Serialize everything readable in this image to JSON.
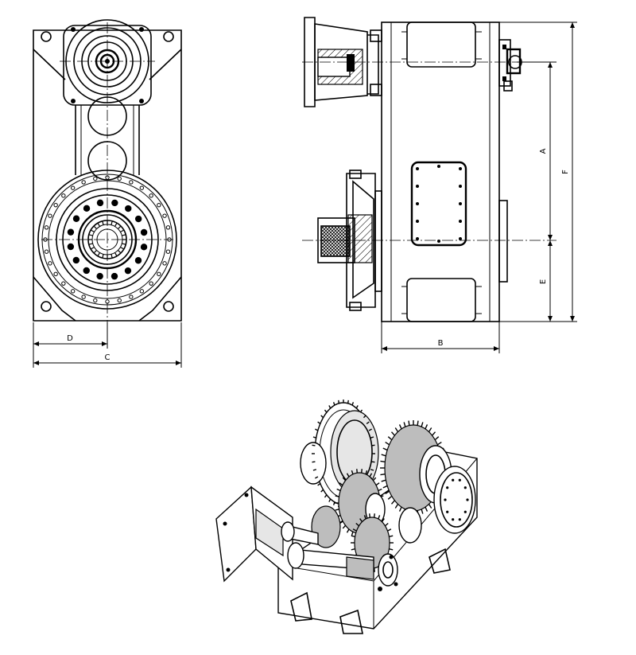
{
  "dimension_labels": {
    "a": "A",
    "b": "B",
    "c": "C",
    "d": "D",
    "e": "E",
    "f": "F"
  },
  "views": [
    "front-view",
    "side-view",
    "isometric-internal-view"
  ]
}
